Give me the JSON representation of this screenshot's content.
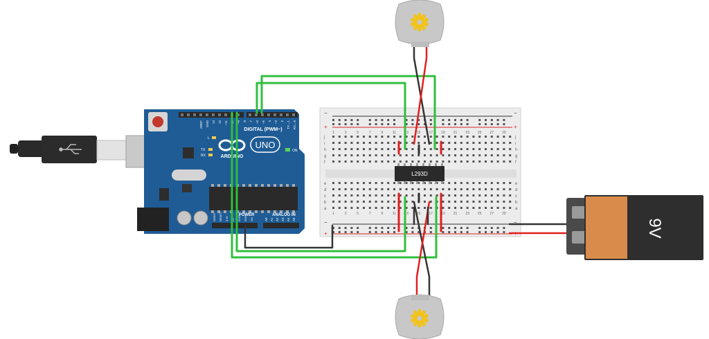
{
  "canvas": {
    "background": "#ffffff"
  },
  "arduino": {
    "board_color": "#1f5c95",
    "brand": "ARDUINO",
    "model": "UNO",
    "digital_label": "DIGITAL (PWM~)",
    "power_label": "POWER",
    "analog_label": "ANALOG IN",
    "on_label": "ON",
    "l_label": "L",
    "tx_label": "TX",
    "rx_label": "RX",
    "header_pin_labels": [
      "AREF",
      "GND",
      "13",
      "12",
      "~11",
      "~10",
      "~9",
      "8",
      "7",
      "~6",
      "~5",
      "4",
      "~3",
      "2",
      "TX→1",
      "RX←0"
    ],
    "power_pin_labels": [
      "IOREF",
      "RESET",
      "3.3V",
      "5V",
      "GND",
      "GND",
      "Vin"
    ],
    "analog_pin_labels": [
      "A0",
      "A1",
      "A2",
      "A3",
      "A4",
      "A5"
    ]
  },
  "usb_cable": {
    "icon": "usb-icon"
  },
  "breadboard": {
    "row_letters_top": [
      "j",
      "i",
      "h",
      "g",
      "f"
    ],
    "row_letters_bottom": [
      "e",
      "d",
      "c",
      "b",
      "a"
    ],
    "column_numbers": [
      "1",
      "3",
      "5",
      "7",
      "9",
      "11",
      "13",
      "15",
      "17",
      "19",
      "21",
      "23",
      "25",
      "27",
      "29"
    ],
    "rail_minus": "−",
    "rail_plus": "+"
  },
  "chip": {
    "label": "L293D"
  },
  "battery": {
    "label": "9V",
    "body_color": "#d98b4b",
    "cap_color": "#2e2e2e"
  },
  "motors": [
    {
      "name": "top-motor",
      "icon": "gear-icon"
    },
    {
      "name": "bottom-motor",
      "icon": "gear-icon"
    }
  ],
  "wire_colors": {
    "green": "#2fbf3c",
    "red": "#e0201f",
    "black": "#333333"
  }
}
